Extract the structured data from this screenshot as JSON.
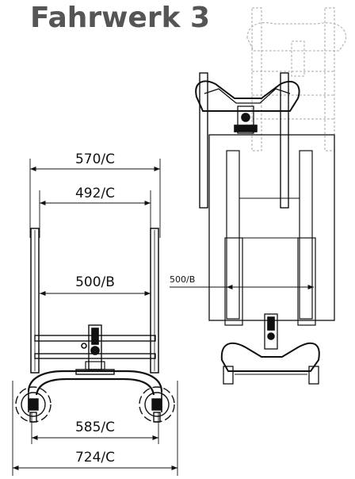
{
  "title": "Fahrwerk 3",
  "dimensions": {
    "d570": "570/C",
    "d492": "492/C",
    "d500": "500/B",
    "d585": "585/C",
    "d724": "724/C",
    "d500_side": "500/B"
  }
}
